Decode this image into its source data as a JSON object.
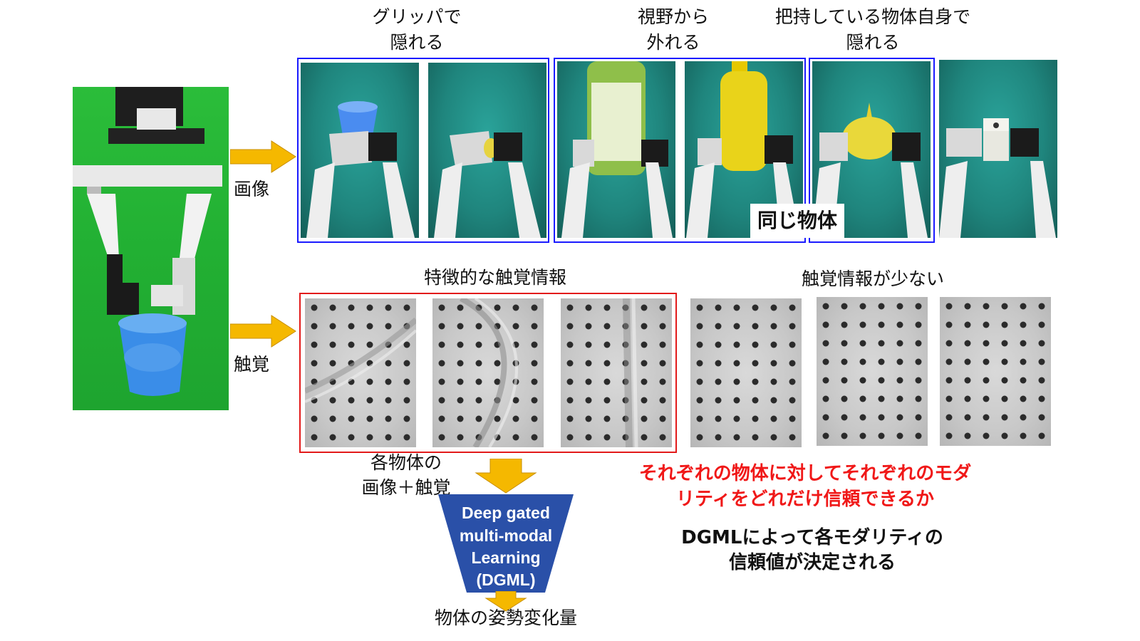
{
  "labels": {
    "occluded_gripper_l1": "グリッパで",
    "occluded_gripper_l2": "隠れる",
    "out_of_view_l1": "視野から",
    "out_of_view_l2": "外れる",
    "self_occlusion_l1": "把持している物体自身で",
    "self_occlusion_l2": "隠れる",
    "image": "画像",
    "tactile": "触覚",
    "same_object": "同じ物体",
    "distinct_tactile": "特徴的な触覚情報",
    "little_tactile": "触覚情報が少ない",
    "input_l1": "各物体の",
    "input_l2": "画像＋触覚",
    "output": "物体の姿勢変化量",
    "question_l1": "それぞれの物体に対してそれぞれのモダ",
    "question_l2": "リティをどれだけ信頼できるか",
    "answer_l1": "DGMLによって各モダリティの",
    "answer_l2": "信頼値が決定される"
  },
  "dgml": {
    "l1": "Deep gated",
    "l2": "multi-modal",
    "l3": "Learning",
    "l4": "(DGML)"
  },
  "colors": {
    "blue_frame": "#1a1aff",
    "red_frame": "#e21a1a",
    "red_text": "#f01818",
    "arrow_fill": "#f5b800",
    "dgml_fill": "#2a50a8"
  }
}
